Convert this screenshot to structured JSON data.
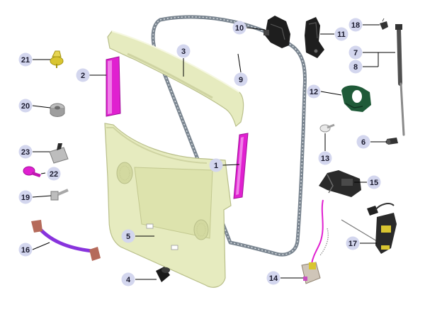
{
  "diagram": {
    "colors": {
      "badge_fill": "#d3d6ee",
      "leader": "#000000",
      "trim_panel": "#e6ebbf",
      "trim_shadow": "#b9bf8a",
      "highlight_magenta": "#e020d0",
      "seal_gray": "#7a8590",
      "bracket_black": "#1e1e1e",
      "green_clip": "#1f5a38",
      "gold": "#d9c530",
      "metal": "#a8a8a8",
      "purple_cable": "#8833dd",
      "brown_connector": "#b56a5a"
    },
    "callouts": [
      {
        "id": "c1",
        "label": "1"
      },
      {
        "id": "c2",
        "label": "2"
      },
      {
        "id": "c3",
        "label": "3"
      },
      {
        "id": "c4",
        "label": "4"
      },
      {
        "id": "c5",
        "label": "5"
      },
      {
        "id": "c6",
        "label": "6"
      },
      {
        "id": "c7",
        "label": "7"
      },
      {
        "id": "c8",
        "label": "8"
      },
      {
        "id": "c9",
        "label": "9"
      },
      {
        "id": "c10",
        "label": "10"
      },
      {
        "id": "c11",
        "label": "11"
      },
      {
        "id": "c12",
        "label": "12"
      },
      {
        "id": "c13",
        "label": "13"
      },
      {
        "id": "c14",
        "label": "14"
      },
      {
        "id": "c15",
        "label": "15"
      },
      {
        "id": "c16",
        "label": "16"
      },
      {
        "id": "c17",
        "label": "17"
      },
      {
        "id": "c18",
        "label": "18"
      },
      {
        "id": "c19",
        "label": "19"
      },
      {
        "id": "c20",
        "label": "20"
      },
      {
        "id": "c21",
        "label": "21"
      },
      {
        "id": "c22",
        "label": "22"
      },
      {
        "id": "c23",
        "label": "23"
      }
    ]
  }
}
